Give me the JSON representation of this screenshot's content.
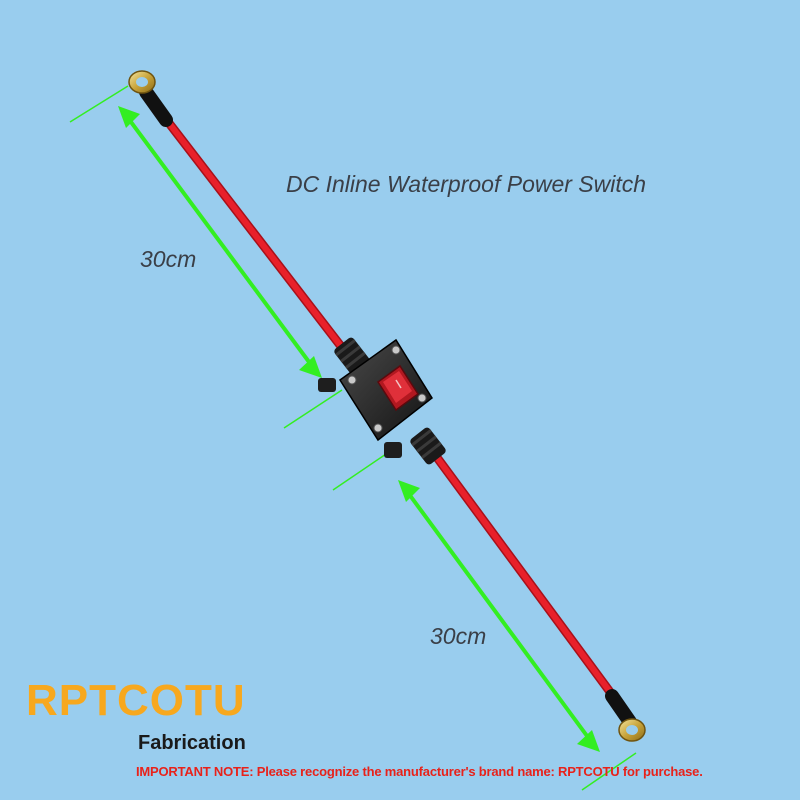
{
  "product": {
    "title": "DC Inline Waterproof Power Switch",
    "length_top": "30cm",
    "length_bottom": "30cm"
  },
  "branding": {
    "name": "RPTCOTU",
    "subtitle": "Fabrication",
    "note": "IMPORTANT NOTE: Please recognize the manufacturer's brand name: RPTCOTU for purchase."
  },
  "colors": {
    "background": "#99cdee",
    "cable": "#e8202a",
    "arrow": "#33ee22",
    "brand": "#f7a81e",
    "note": "#e8221a"
  }
}
